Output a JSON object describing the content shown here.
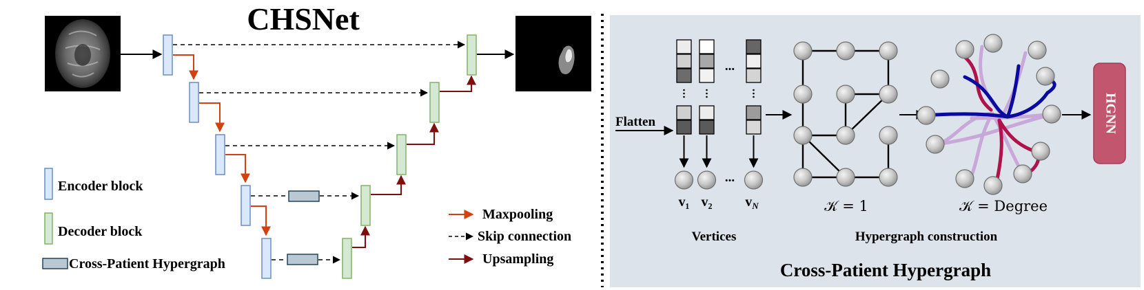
{
  "title": "CHSNet",
  "legend": {
    "encoder_label": "Encoder block",
    "decoder_label": "Decoder block",
    "hypergraph_label": "Cross-Patient Hypergraph",
    "maxpooling_label": "Maxpooling",
    "skip_label": "Skip connection",
    "upsampling_label": "Upsampling"
  },
  "panel": {
    "flatten_label": "Flatten",
    "ellipsis": "...",
    "vertex_labels": [
      "v₁",
      "v₂",
      "v"
    ],
    "vertex_last_subscript": "N",
    "k1_label": "𝒦 = 1",
    "kdeg_label": "𝒦 = Degree",
    "vertices_caption": "Vertices",
    "construction_caption": "Hypergraph construction",
    "hgnn_label": "HGNN",
    "panel_title": "Cross-Patient Hypergraph"
  },
  "colors": {
    "encoder_fill": "#dae8fc",
    "encoder_stroke": "#6c8ebf",
    "decoder_fill": "#d5e8d4",
    "decoder_stroke": "#82b366",
    "hypergraph_fill": "#bac8d3",
    "hypergraph_stroke": "#23445d",
    "maxpool_arrow": "#d2410f",
    "upsample_arrow": "#7d0f0f",
    "panel_bg": "#dde3ea",
    "hgnn_fill": "#c2566e",
    "hyperedge_blue": "#0a0a9e",
    "hyperedge_red": "#b0124c",
    "hyperedge_lilac": "#c8a8d8"
  }
}
